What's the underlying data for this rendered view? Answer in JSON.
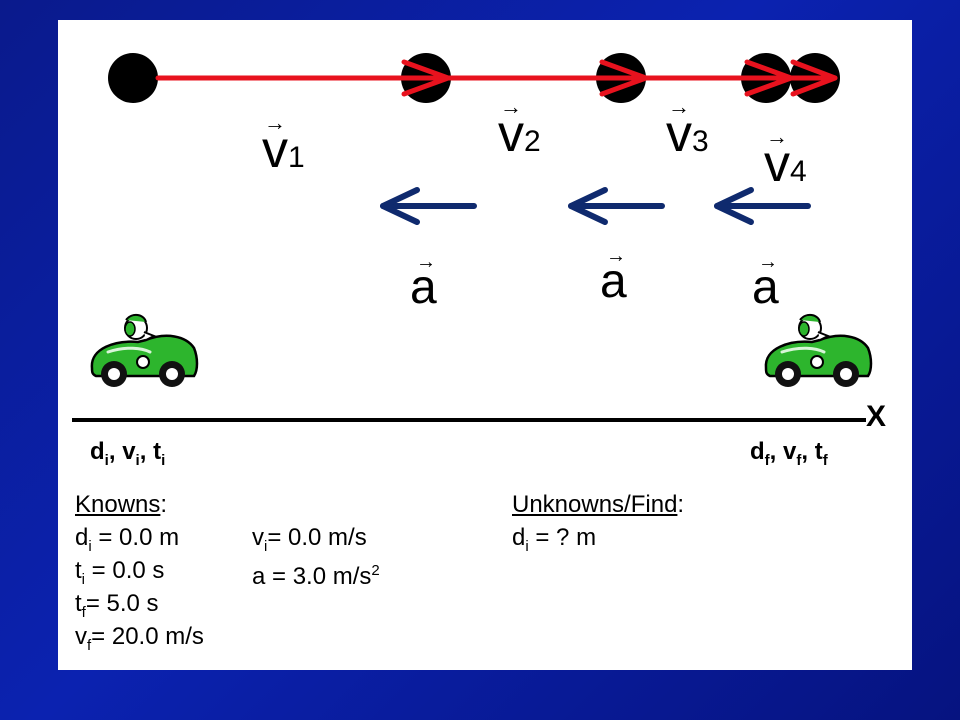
{
  "vectors": [
    {
      "letter": "v",
      "sub": "1"
    },
    {
      "letter": "v",
      "sub": "2"
    },
    {
      "letter": "v",
      "sub": "3"
    },
    {
      "letter": "v",
      "sub": "4"
    }
  ],
  "accel_symbol": "a",
  "arrow_glyph": "→",
  "axis_label": "X",
  "initial": {
    "d": "d",
    "di": "i",
    "v": "v",
    "vi": "i",
    "t": "t",
    "ti": "i"
  },
  "final": {
    "d": "d",
    "df": "f",
    "v": "v",
    "vf": "f",
    "t": "t",
    "tf": "f"
  },
  "knowns": {
    "heading": "Knowns",
    "colon": ":",
    "di": {
      "sym": "d",
      "sub": "i",
      "val": " = 0.0 m"
    },
    "ti": {
      "sym": "t",
      "sub": "i",
      "val": " = 0.0 s"
    },
    "tf": {
      "sym": "t",
      "sub": "f",
      "val": "= 5.0 s"
    },
    "vf": {
      "sym": "v",
      "sub": "f",
      "val": "= 20.0 m/s"
    },
    "vi": {
      "sym": "v",
      "sub": "i",
      "val": "= 0.0 m/s"
    },
    "a": {
      "text": "a = 3.0 m/s",
      "sup": "2"
    }
  },
  "unknowns": {
    "heading": "Unknowns/Find",
    "colon": ":",
    "di": {
      "sym": "d",
      "sub": "i",
      "val": " = ? m"
    }
  },
  "colors": {
    "velocity": "#e8121e",
    "acceleration": "#0f2a6e",
    "dot": "#000000",
    "car_body": "#2db52d",
    "background": "#0b1fa6"
  },
  "icons": [
    "car-icon",
    "driver-dog-icon"
  ]
}
